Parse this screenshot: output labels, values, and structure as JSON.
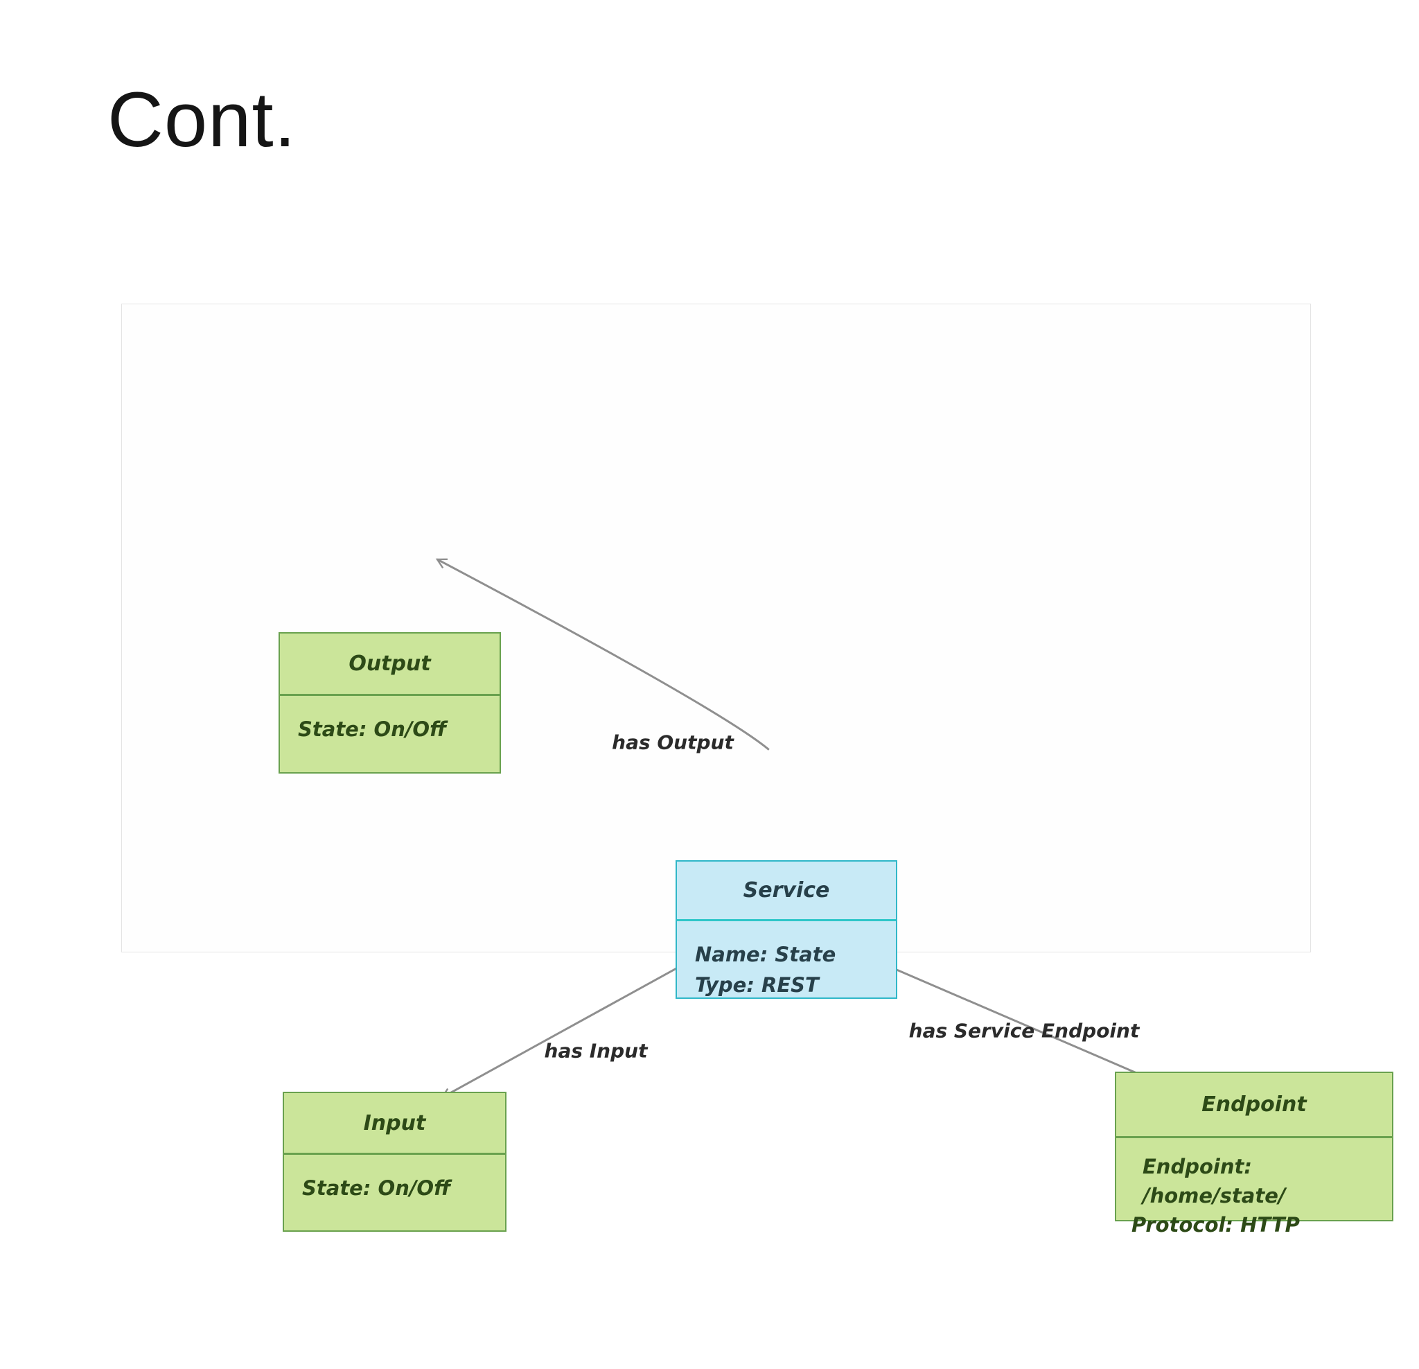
{
  "slide": {
    "title": "Cont."
  },
  "diagram": {
    "nodes": [
      {
        "id": "output",
        "title": "Output",
        "attributes": [
          "State: On/Off"
        ]
      },
      {
        "id": "service",
        "title": "Service",
        "attributes": [
          "Name: State",
          "Type: REST"
        ]
      },
      {
        "id": "input",
        "title": "Input",
        "attributes": [
          "State: On/Off"
        ]
      },
      {
        "id": "endpoint",
        "title": "Endpoint",
        "attributes": [
          "Endpoint: /home/state/",
          "Protocol: HTTP"
        ]
      }
    ],
    "edges": [
      {
        "from": "service",
        "to": "output",
        "label": "has Output"
      },
      {
        "from": "service",
        "to": "input",
        "label": "has Input"
      },
      {
        "from": "service",
        "to": "endpoint",
        "label": "has Service Endpoint"
      }
    ],
    "colors": {
      "green_fill": "#cbe59a",
      "green_border": "#69a14e",
      "green_text": "#2d4a17",
      "blue_fill": "#c8eaf6",
      "blue_border": "#30b7c8",
      "blue_text": "#27404a",
      "arrow": "#8f8f8f",
      "label_text": "#2b2b2b",
      "title_text": "#151515"
    }
  }
}
